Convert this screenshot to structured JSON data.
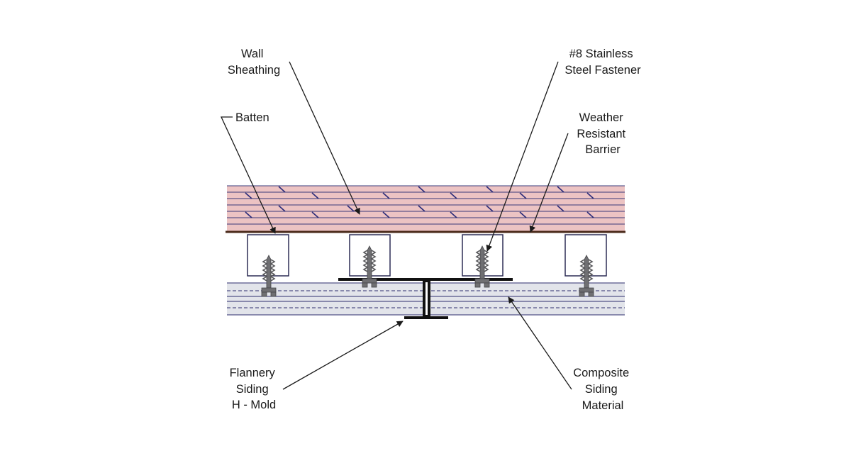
{
  "labels": {
    "wall_sheathing": [
      "Wall",
      "Sheathing"
    ],
    "fastener": [
      "#8 Stainless",
      "Steel Fastener"
    ],
    "batten": [
      "Batten"
    ],
    "weather_barrier": [
      "Weather",
      "Resistant",
      "Barrier"
    ],
    "h_mold": [
      "Flannery",
      "Siding",
      "H - Mold"
    ],
    "composite_siding": [
      "Composite",
      "Siding",
      "Material"
    ]
  },
  "colors": {
    "sheathing_fill": "#ecc3c3",
    "sheathing_line": "#3a3a78",
    "barrier": "#4a2a1a",
    "siding_fill": "#e2e4ea",
    "siding_line": "#2e2e6e",
    "fastener": "#6f6f72",
    "hmold": "#111111",
    "leader": "#1a1a1a"
  }
}
